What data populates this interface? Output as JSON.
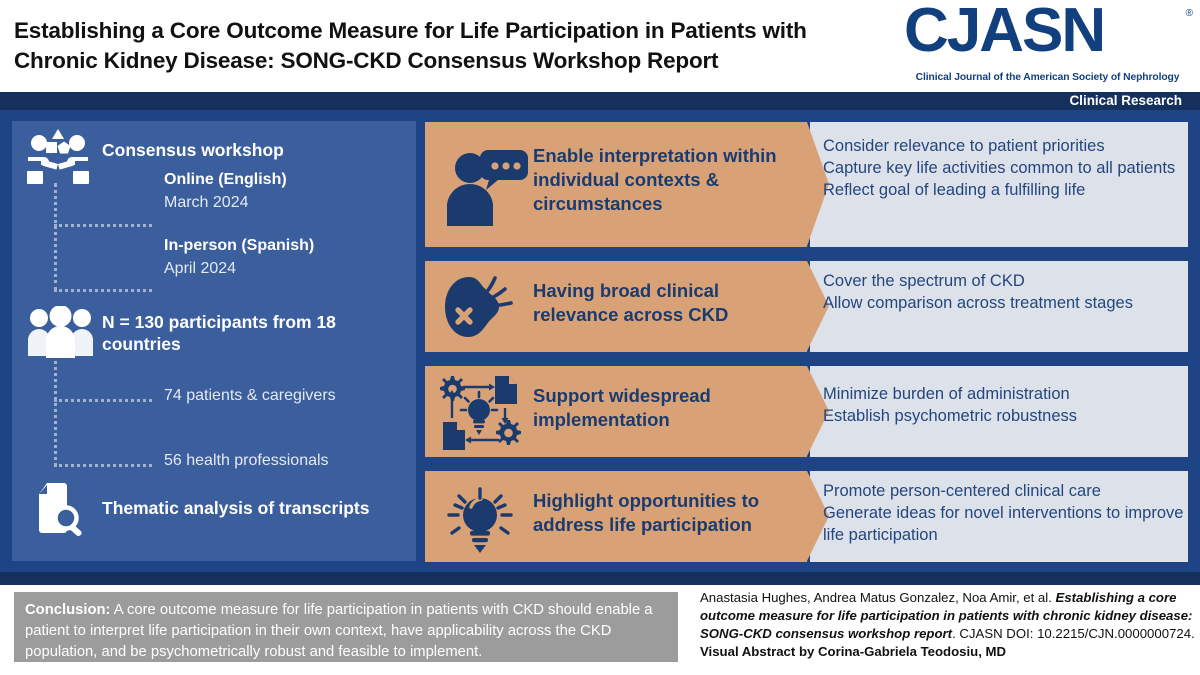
{
  "header": {
    "title": "Establishing a Core Outcome Measure for Life Participation in Patients with Chronic Kidney Disease: SONG-CKD Consensus Workshop Report",
    "logo_wordmark": "CJASN",
    "logo_registered": "®",
    "logo_subtitle": "Clinical Journal of the American Society of Nephrology",
    "section_label": "Clinical Research"
  },
  "colors": {
    "navy_dark": "#16305e",
    "navy_body": "#1f4485",
    "panel_blue": "#3b5e9c",
    "arrow_tan": "#d9a276",
    "bullet_panel": "#dde2ea",
    "text_navy": "#1b3b6f",
    "conclusion_gray": "#9c9c9c",
    "brand_blue": "#12407f"
  },
  "methods_panel": {
    "items": [
      {
        "icon": "workshop-people-table-icon",
        "label": "Consensus workshop",
        "children": [
          {
            "label": "Online (English)",
            "detail": "March 2024"
          },
          {
            "label": "In-person (Spanish)",
            "detail": "April 2024"
          }
        ]
      },
      {
        "icon": "participants-group-icon",
        "label": "N = 130 participants from 18 countries",
        "children": [
          {
            "detail": "74 patients & caregivers"
          },
          {
            "detail": "56 health professionals"
          }
        ]
      },
      {
        "icon": "document-search-icon",
        "label": "Thematic analysis of transcripts",
        "children": []
      }
    ]
  },
  "findings": [
    {
      "icon": "person-speech-bubble-icon",
      "heading": "Enable interpretation within individual contexts & circumstances",
      "bullets": [
        "Consider relevance to patient priorities",
        "Capture key life activities common to all patients",
        "Reflect goal of leading a fulfilling life"
      ]
    },
    {
      "icon": "kidney-cross-icon",
      "heading": "Having broad clinical relevance across CKD",
      "bullets": [
        "Cover the spectrum of CKD",
        "Allow comparison across treatment stages"
      ]
    },
    {
      "icon": "gears-documents-lightbulb-icon",
      "heading": "Support widespread implementation",
      "bullets": [
        "Minimize burden of administration",
        "Establish psychometric robustness"
      ]
    },
    {
      "icon": "lightbulb-idea-icon",
      "heading": "Highlight opportunities to address life participation",
      "bullets": [
        "Promote person-centered clinical care",
        "Generate ideas for novel interventions to improve life participation"
      ]
    }
  ],
  "footer": {
    "conclusion_label": "Conclusion:",
    "conclusion_body": " A core outcome measure for life participation in patients with CKD should enable a patient to interpret life participation in their own context, have applicability across the CKD population, and be psychometrically robust and feasible to implement.",
    "citation_authors": "Anastasia Hughes, Andrea Matus Gonzalez, Noa Amir, et al. ",
    "citation_title": "Establishing a core outcome measure for life participation in patients with chronic kidney disease: SONG-CKD consensus workshop report",
    "citation_doi": ". CJASN DOI: 10.2215/CJN.0000000724.",
    "credit": "Visual Abstract by Corina-Gabriela Teodosiu, MD"
  }
}
